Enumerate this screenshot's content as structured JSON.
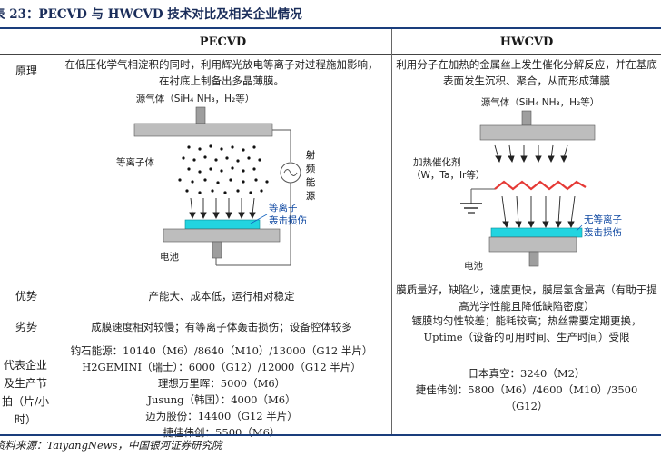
{
  "title": "表 23：PECVD 与 HWCVD 技术对比及相关企业情况",
  "headers": {
    "pecvd": "PECVD",
    "hwcvd": "HWCVD"
  },
  "rows": {
    "principle": {
      "label": "原理",
      "pecvd": "在低压化学气相淀积的同时，利用辉光放电等离子对过程施加影响，在衬底上制备出多晶薄膜。",
      "hwcvd": "利用分子在加热的金属丝上发生催化分解反应，并在基底表面发生沉积、聚合，从而形成薄膜"
    },
    "advantages": {
      "label": "优势",
      "pecvd": "产能大、成本低，运行相对稳定",
      "hwcvd": "膜质量好，缺陷少，速度更快，膜层氢含量高（有助于提高光学性能且降低缺陷密度）"
    },
    "disadvantages": {
      "label": "劣势",
      "pecvd": "成膜速度相对较慢；有等离子体轰击损伤；设备腔体较多",
      "hwcvd": "镀膜均匀性较差；能耗较高；热丝需要定期更换，Uptime（设备的可用时间、生产时间）受限"
    },
    "companies": {
      "label": "代表企业及生产节拍（片/小时）",
      "pecvd": [
        "钧石能源：10140（M6）/8640（M10）/13000（G12 半片）",
        "H2GEMINI（瑞士）：6000（G12）/12000（G12 半片）",
        "理想万里晖：5000（M6）",
        "Jusung（韩国）：4000（M6）",
        "迈为股份：14400（G12 半片）",
        "捷佳伟创：5500（M6）"
      ],
      "hwcvd": [
        "日本真空：3240（M2）",
        "捷佳伟创：5800（M6）/4600（M10）/3500（G12）"
      ]
    }
  },
  "diagram_pecvd": {
    "gas_source": "源气体（SiH₄ NH₃，H₂等）",
    "plasma": "等离子体",
    "rf_power": "射频能源",
    "plasma_damage": "等离子轰击损伤",
    "cell": "电池"
  },
  "diagram_hwcvd": {
    "gas_source": "源气体（SiH₄ NH₃，H₂等）",
    "catalyst": "加热催化剂（W，Ta，Ir等）",
    "no_damage": "无等离子轰击损伤",
    "cell": "电池"
  },
  "source": "资料来源：TaiyangNews，中国银河证券研究院",
  "colors": {
    "accent": "#1a3d7c",
    "cell_fill": "#22d4e0",
    "wire": "#e53935",
    "plate": "#bdbdbd"
  }
}
